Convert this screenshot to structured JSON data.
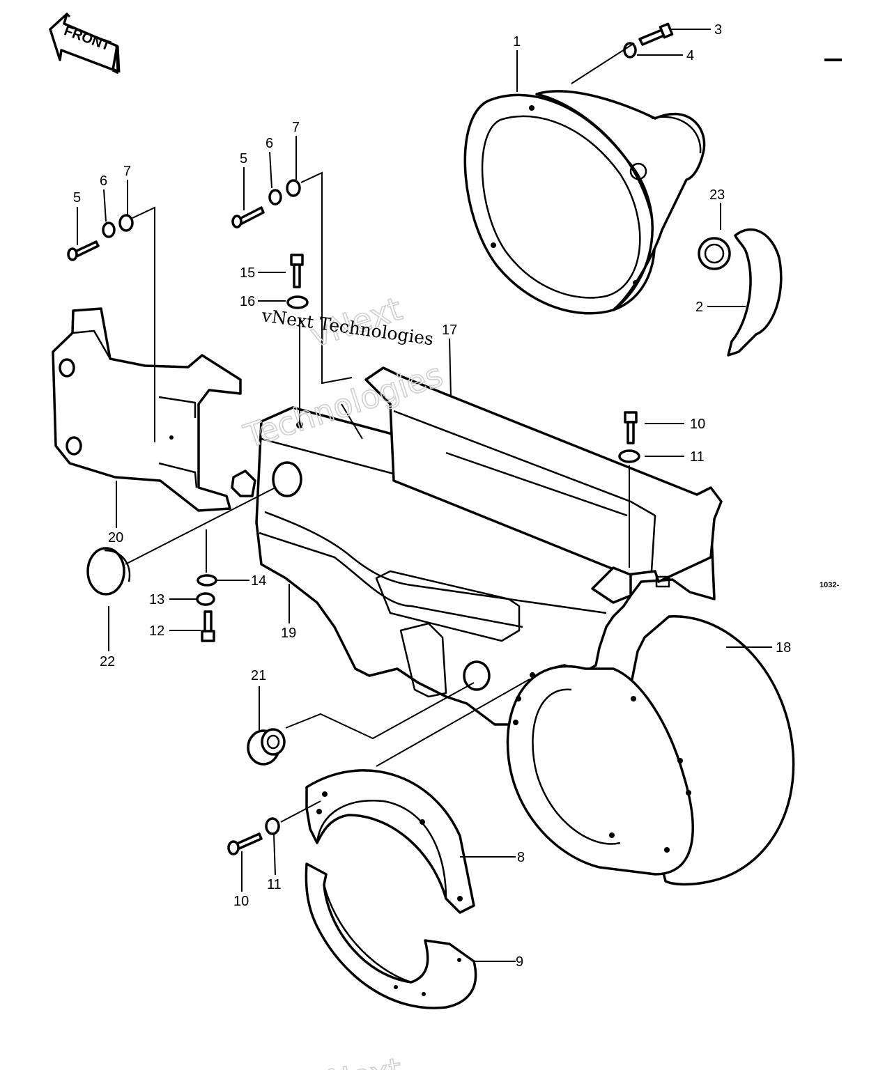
{
  "diagram": {
    "front_label": "FRONT",
    "drawing_number": "1032-",
    "watermark_main": "vNext Technologies",
    "watermark_ghost_1": "vNext",
    "watermark_ghost_2": "Technologies",
    "watermark_ghost_3": "vNext",
    "callouts": {
      "c1": "1",
      "c2": "2",
      "c3": "3",
      "c4": "4",
      "c5a": "5",
      "c5b": "5",
      "c6a": "6",
      "c6b": "6",
      "c7a": "7",
      "c7b": "7",
      "c8": "8",
      "c9": "9",
      "c10a": "10",
      "c10b": "10",
      "c11a": "11",
      "c11b": "11",
      "c12": "12",
      "c13": "13",
      "c14": "14",
      "c15": "15",
      "c16": "16",
      "c17": "17",
      "c18": "18",
      "c19": "19",
      "c20": "20",
      "c21": "21",
      "c22": "22",
      "c23": "23"
    }
  }
}
